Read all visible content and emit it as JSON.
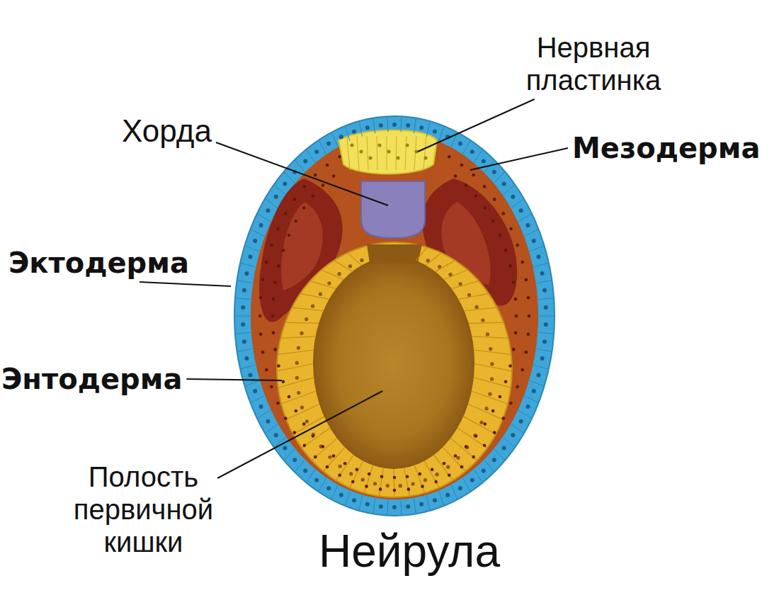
{
  "diagram": {
    "title": "Нейрула",
    "labels": [
      "Нервная пластинка",
      "Хорда",
      "Мезодерма",
      "Эктодерма",
      "Энтодерма",
      "Полость первичной кишки"
    ]
  }
}
